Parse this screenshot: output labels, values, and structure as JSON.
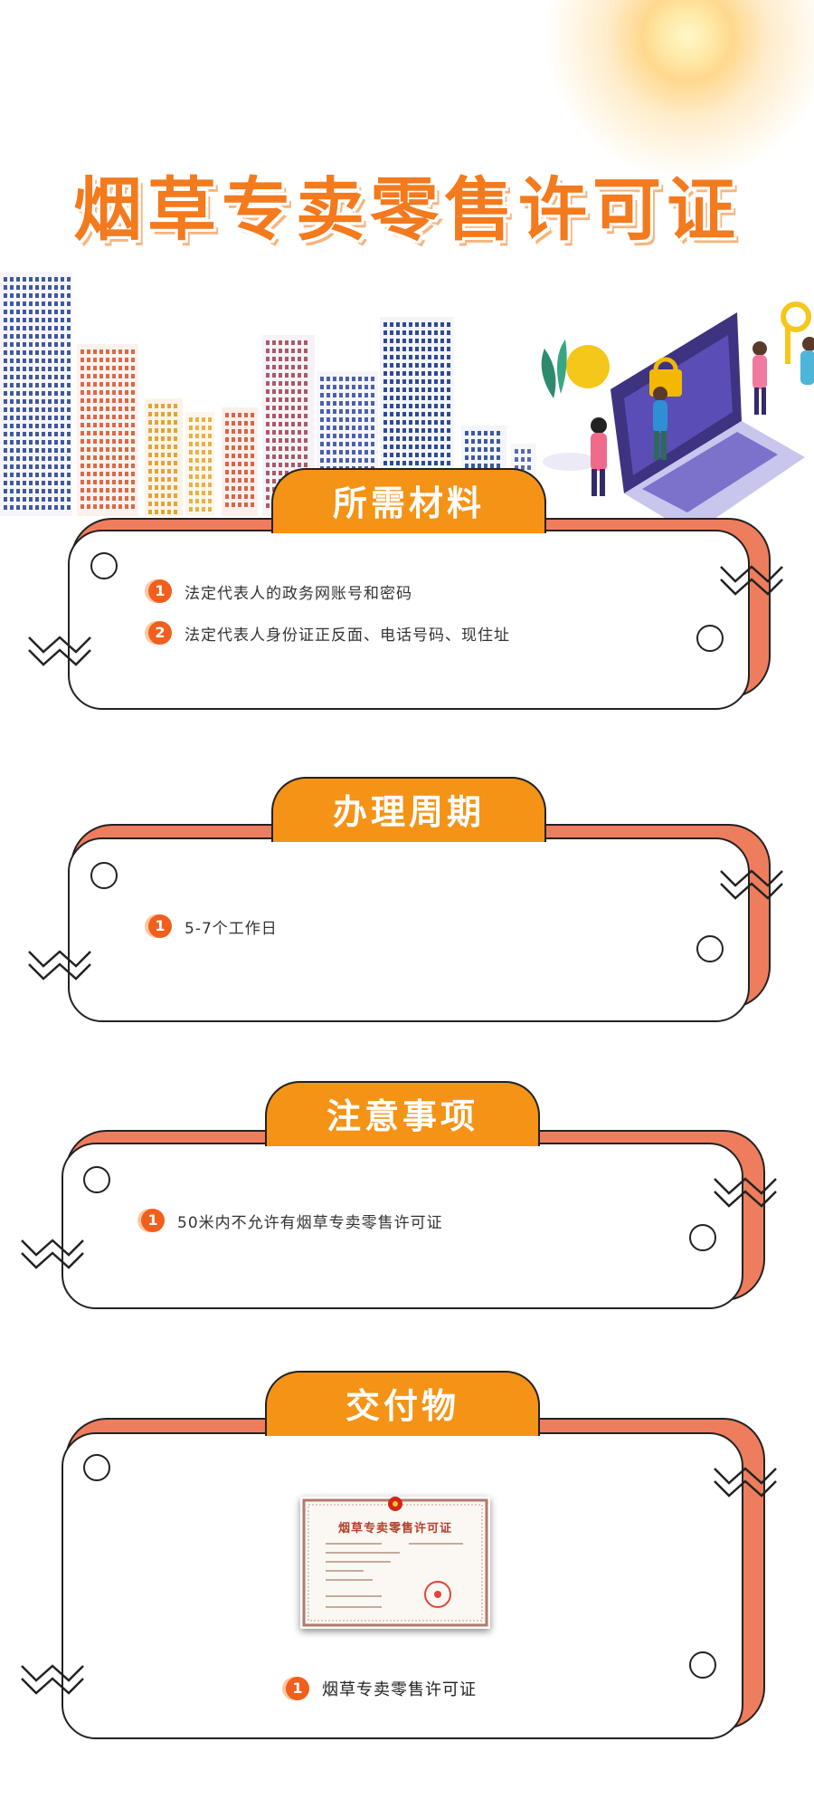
{
  "page_title": "烟草专卖零售许可证",
  "sections": [
    {
      "heading": "所需材料",
      "items": [
        {
          "num": "1",
          "text": "法定代表人的政务网账号和密码"
        },
        {
          "num": "2",
          "text": "法定代表人身份证正反面、电话号码、现住址"
        }
      ]
    },
    {
      "heading": "办理周期",
      "items": [
        {
          "num": "1",
          "text": "5-7个工作日"
        }
      ]
    },
    {
      "heading": "注意事项",
      "items": [
        {
          "num": "1",
          "text": "50米内不允许有烟草专卖零售许可证"
        }
      ]
    },
    {
      "heading": "交付物",
      "items": [
        {
          "num": "1",
          "text": "烟草专卖零售许可证"
        }
      ]
    }
  ],
  "certificate": {
    "title": "烟草专卖零售许可证"
  },
  "colors": {
    "accent": "#f47a1e",
    "tab": "#f49316",
    "card_back": "#ee7d5d",
    "badge": "#f25f1c"
  }
}
